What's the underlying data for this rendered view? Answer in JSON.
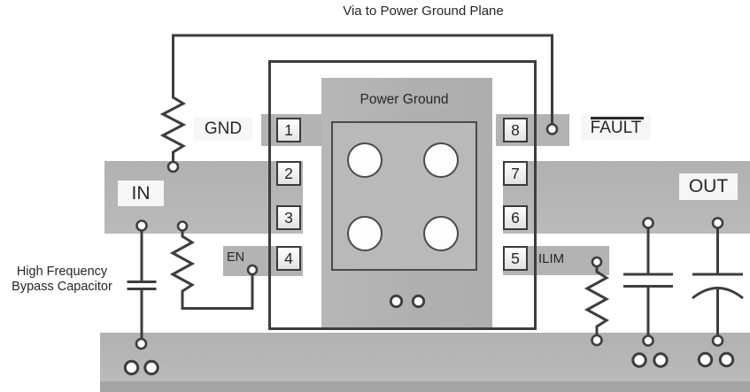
{
  "diagram": {
    "caption_top": "Via to Power Ground Plane",
    "center_pad_label": "Power Ground",
    "bypass_note": [
      "High Frequency",
      "Bypass Capacitor"
    ]
  },
  "nets": {
    "gnd": "GND",
    "in": "IN",
    "out": "OUT",
    "fault": "FAULT",
    "en": "EN",
    "ilim": "ILIM"
  },
  "pins": {
    "left": [
      "1",
      "2",
      "3",
      "4"
    ],
    "right": [
      "8",
      "7",
      "6",
      "5"
    ]
  },
  "symbols": {
    "resistors": [
      "fault-pullup-resistor",
      "en-resistor",
      "ilim-resistor"
    ],
    "capacitors": [
      "high-frequency-bypass-capacitor",
      "output-capacitor-ceramic",
      "output-capacitor-bulk"
    ],
    "vias": [
      "component-via",
      "power-ground-via-pair",
      "thermal-via"
    ]
  },
  "colors": {
    "copper": "#b4b4b4",
    "copper_dark": "#a4a4a4",
    "ink": "#3d3d3d",
    "text": "#262626",
    "label_bg": "#f6f6f6"
  }
}
